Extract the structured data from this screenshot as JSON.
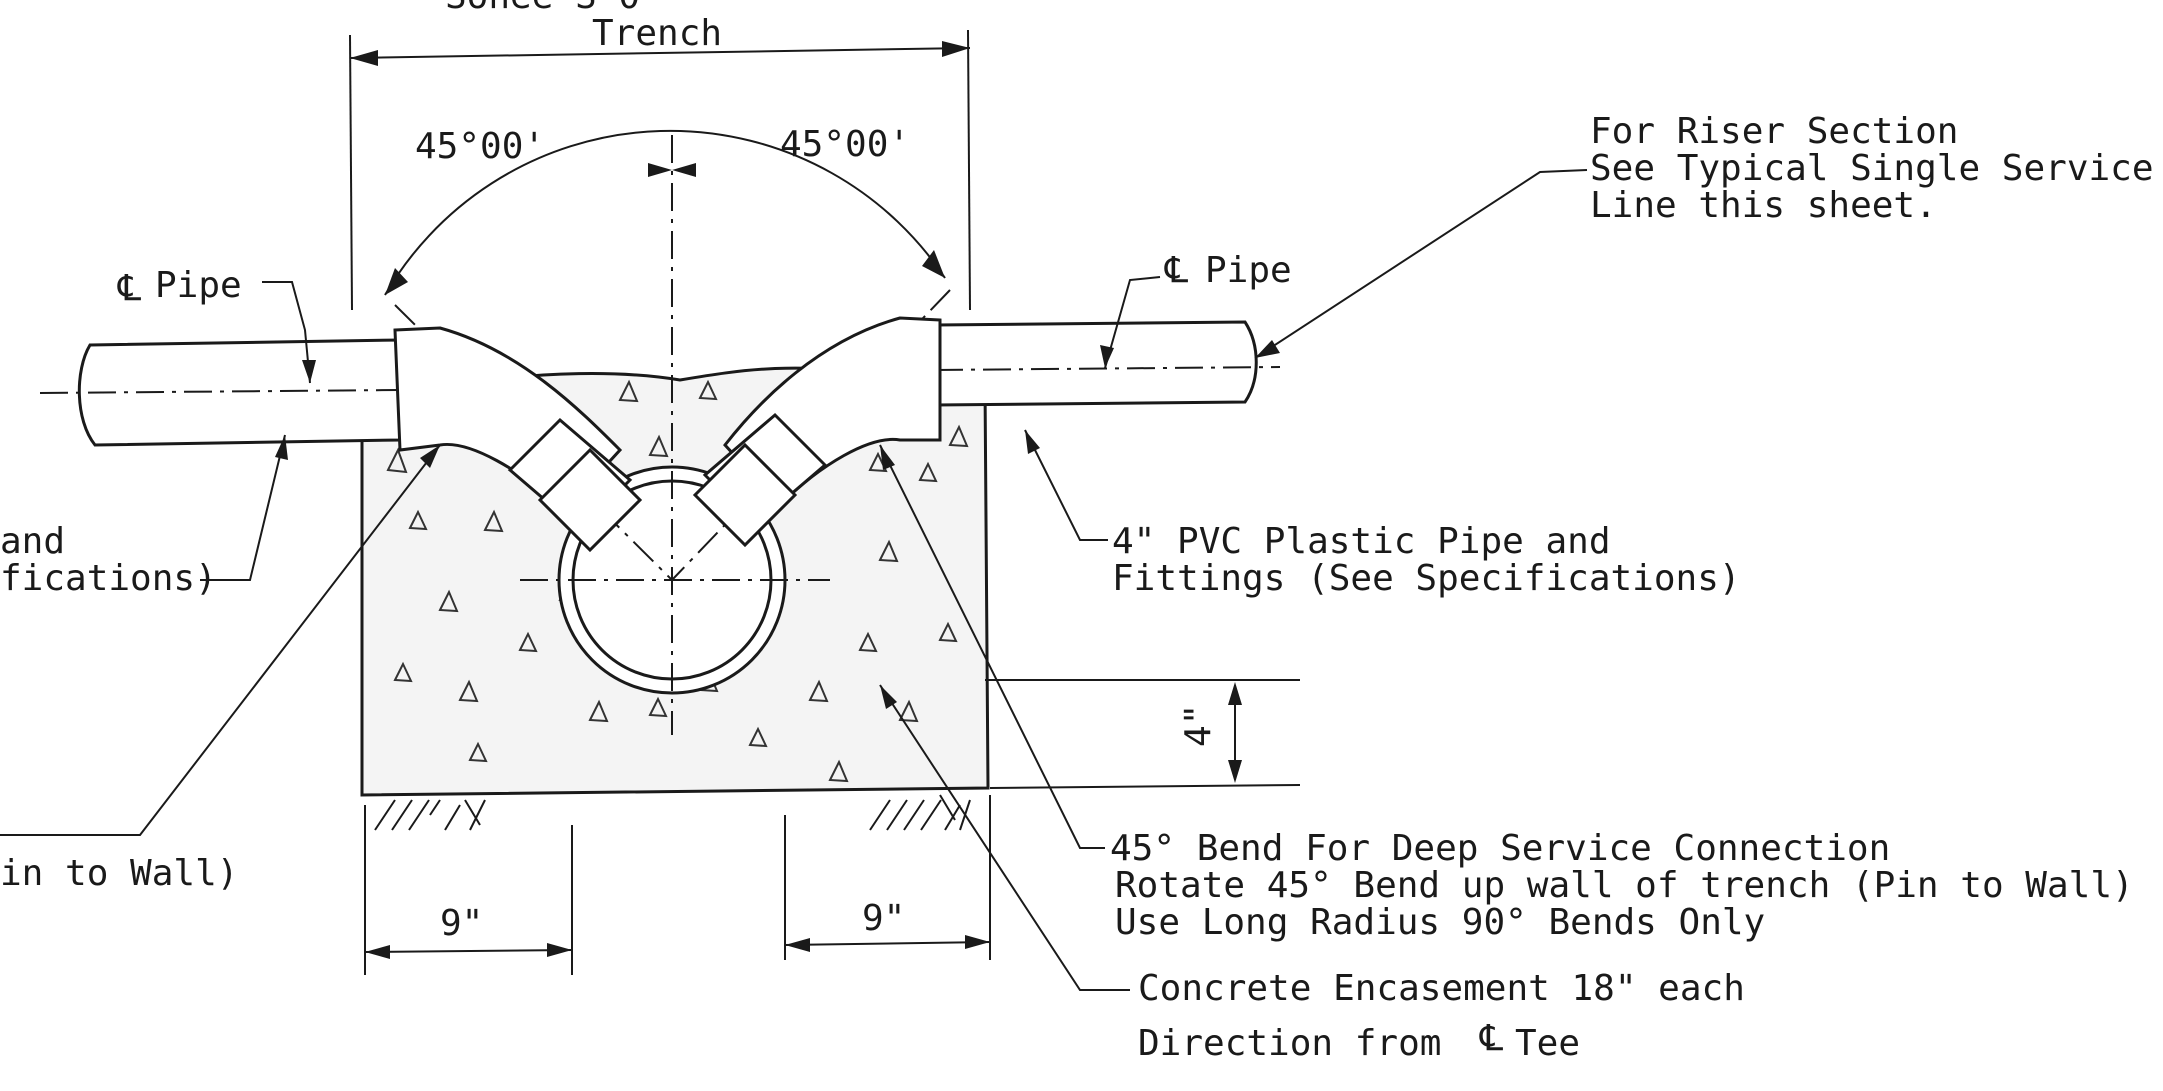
{
  "labels": {
    "top_cut": "Sohee S 0",
    "trench": "Trench",
    "angle_left": "45°00'",
    "angle_right": "45°00'",
    "cl_pipe_left": "Pipe",
    "cl_pipe_right": "Pipe",
    "cl_symbol": "℄",
    "riser_line1": "For Riser Section",
    "riser_line2": "See Typical Single Service",
    "riser_line3": "Line this sheet.",
    "pvc_line1": "4\" PVC Plastic Pipe and",
    "pvc_line2": "Fittings (See Specifications)",
    "left_cut1": "and",
    "left_cut2": "fications)",
    "left_cut3": "in to Wall)",
    "dim_4": "4\"",
    "dim_9_left": "9\"",
    "dim_9_right": "9\"",
    "bend_line1": "45° Bend For Deep Service Connection",
    "bend_line2": "Rotate 45° Bend up wall of trench (Pin to Wall)",
    "bend_line3": "Use Long Radius 90° Bends Only",
    "enc_line1": "Concrete Encasement 18\" each",
    "enc_line2": "Direction from",
    "enc_line2_tail": "Tee"
  }
}
